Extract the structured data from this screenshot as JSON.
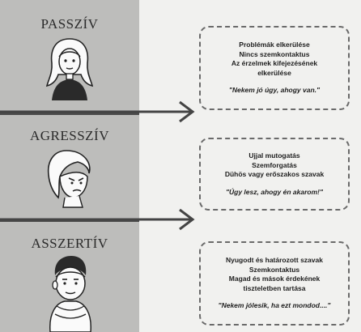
{
  "sections": [
    {
      "title": "PASSZÍV",
      "lines": [
        "Problémák elkerülése",
        "Nincs szemkontaktus",
        "Az érzelmek kifejezésének",
        "elkerülése"
      ],
      "quote": "\"Nekem jó úgy, ahogy van.\"",
      "icon": "passive-woman-portrait"
    },
    {
      "title": "AGRESSZÍV",
      "lines": [
        "Ujjal mutogatás",
        "Szemforgatás",
        "Dühös vagy erőszakos szavak"
      ],
      "quote": "\"Úgy lesz, ahogy én akarom!\"",
      "icon": "aggressive-woman-portrait"
    },
    {
      "title": "ASSZERTÍV",
      "lines": [
        "Nyugodt és határozott szavak",
        "Szemkontaktus",
        "Magad és mások érdekének",
        "tiszteletben tartása"
      ],
      "quote": "\"Nekem jólesik, ha ezt mondod....\"",
      "icon": "assertive-man-portrait"
    }
  ]
}
